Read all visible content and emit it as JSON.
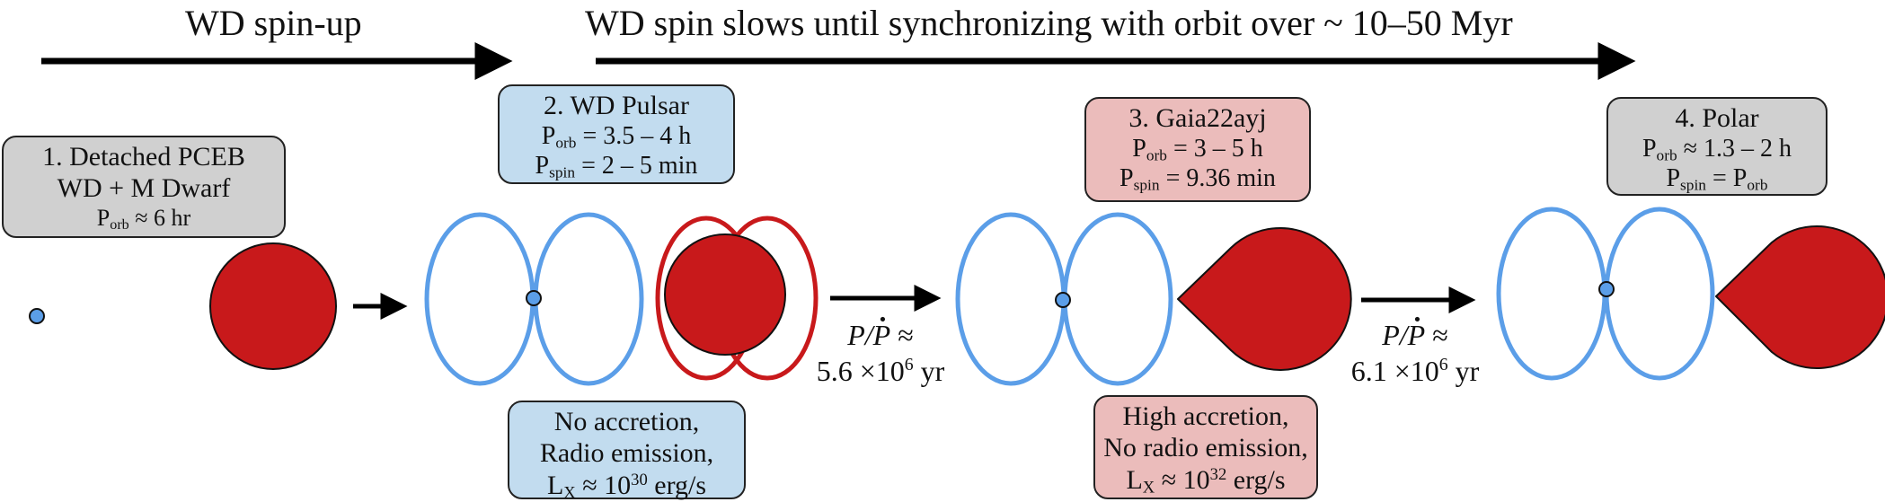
{
  "headings": {
    "spin_up": "WD spin-up",
    "spin_down": "WD spin slows until synchronizing with orbit over ~ 10–50  Myr"
  },
  "colors": {
    "white_dwarf": "#5b9ee8",
    "m_dwarf": "#c8191b",
    "magnetic_field_wd": "#5b9ee8",
    "magnetic_field_md": "#c8191b",
    "box_gray": "#d0d0d0",
    "box_blue": "#c2dcef",
    "box_pink": "#ebbcbb"
  },
  "stages": [
    {
      "title": "1. Detached PCEB",
      "subtitle": "WD + M Dwarf",
      "p_orb": {
        "label": "P",
        "sub": "orb",
        "rel": "≈ 6 hr"
      }
    },
    {
      "title": "2. WD Pulsar",
      "p_orb": {
        "label": "P",
        "sub": "orb",
        "rel": "= 3.5 – 4 h"
      },
      "p_spin": {
        "label": "P",
        "sub": "spin",
        "rel": "= 2 – 5  min"
      },
      "properties": {
        "line1": "No accretion,",
        "line2": "Radio emission,",
        "lx_label": "L",
        "lx_sub": "X",
        "lx_rel": " ≈ 10",
        "lx_exp": "30",
        "lx_unit": " erg/s"
      }
    },
    {
      "title": "3. Gaia22ayj",
      "p_orb": {
        "label": "P",
        "sub": "orb",
        "rel": " = 3 – 5  h"
      },
      "p_spin": {
        "label": "P",
        "sub": "spin",
        "rel": "= 9.36 min"
      },
      "properties": {
        "line1": "High accretion,",
        "line2": "No radio emission,",
        "lx_label": "L",
        "lx_sub": "X",
        "lx_rel": " ≈ 10",
        "lx_exp": "32",
        "lx_unit": " erg/s"
      }
    },
    {
      "title": "4. Polar",
      "p_orb": {
        "label": "P",
        "sub": "orb",
        "rel": "≈ 1.3 – 2 h"
      },
      "p_spin": {
        "label": "P",
        "sub": "spin",
        "rel": "= P",
        "rel_sub": "orb"
      }
    }
  ],
  "transitions": [
    {
      "from": 2,
      "to": 3,
      "ratio_label": "P/Ṗ ≈",
      "P": "P",
      "slash": "/",
      "Pdot": "P",
      "approx": " ≈",
      "mantissa": "5.6 ×10",
      "exponent": "6",
      "unit": " yr"
    },
    {
      "from": 3,
      "to": 4,
      "ratio_label": "P/Ṗ ≈",
      "P": "P",
      "slash": "/",
      "Pdot": "P",
      "approx": " ≈",
      "mantissa": "6.1 ×10",
      "exponent": "6",
      "unit": " yr"
    }
  ]
}
